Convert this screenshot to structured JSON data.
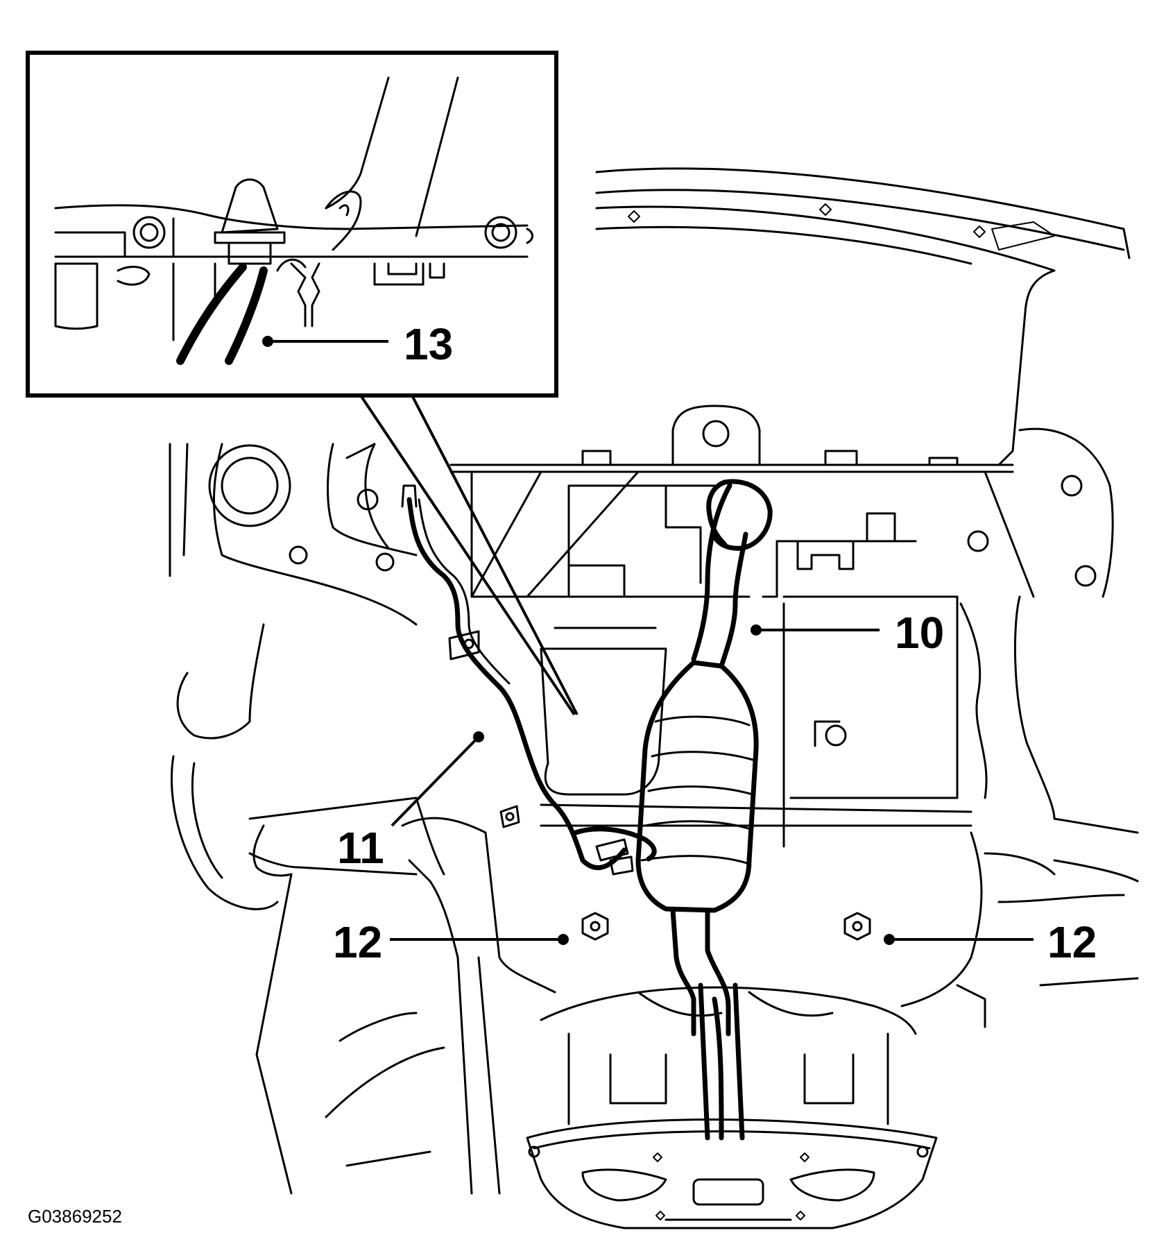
{
  "figure_id": "G03869252",
  "colors": {
    "line": "#000000",
    "background": "#ffffff"
  },
  "callouts": [
    {
      "id": "c10",
      "label": "10",
      "part": "catalytic converter / front exhaust pipe"
    },
    {
      "id": "c11",
      "label": "11",
      "part": "oxygen sensor wiring"
    },
    {
      "id": "c12a",
      "label": "12",
      "part": "subframe nut (left)"
    },
    {
      "id": "c12b",
      "label": "12",
      "part": "subframe nut (right)"
    },
    {
      "id": "c13",
      "label": "13",
      "part": "wiring clip (detail view)"
    }
  ]
}
